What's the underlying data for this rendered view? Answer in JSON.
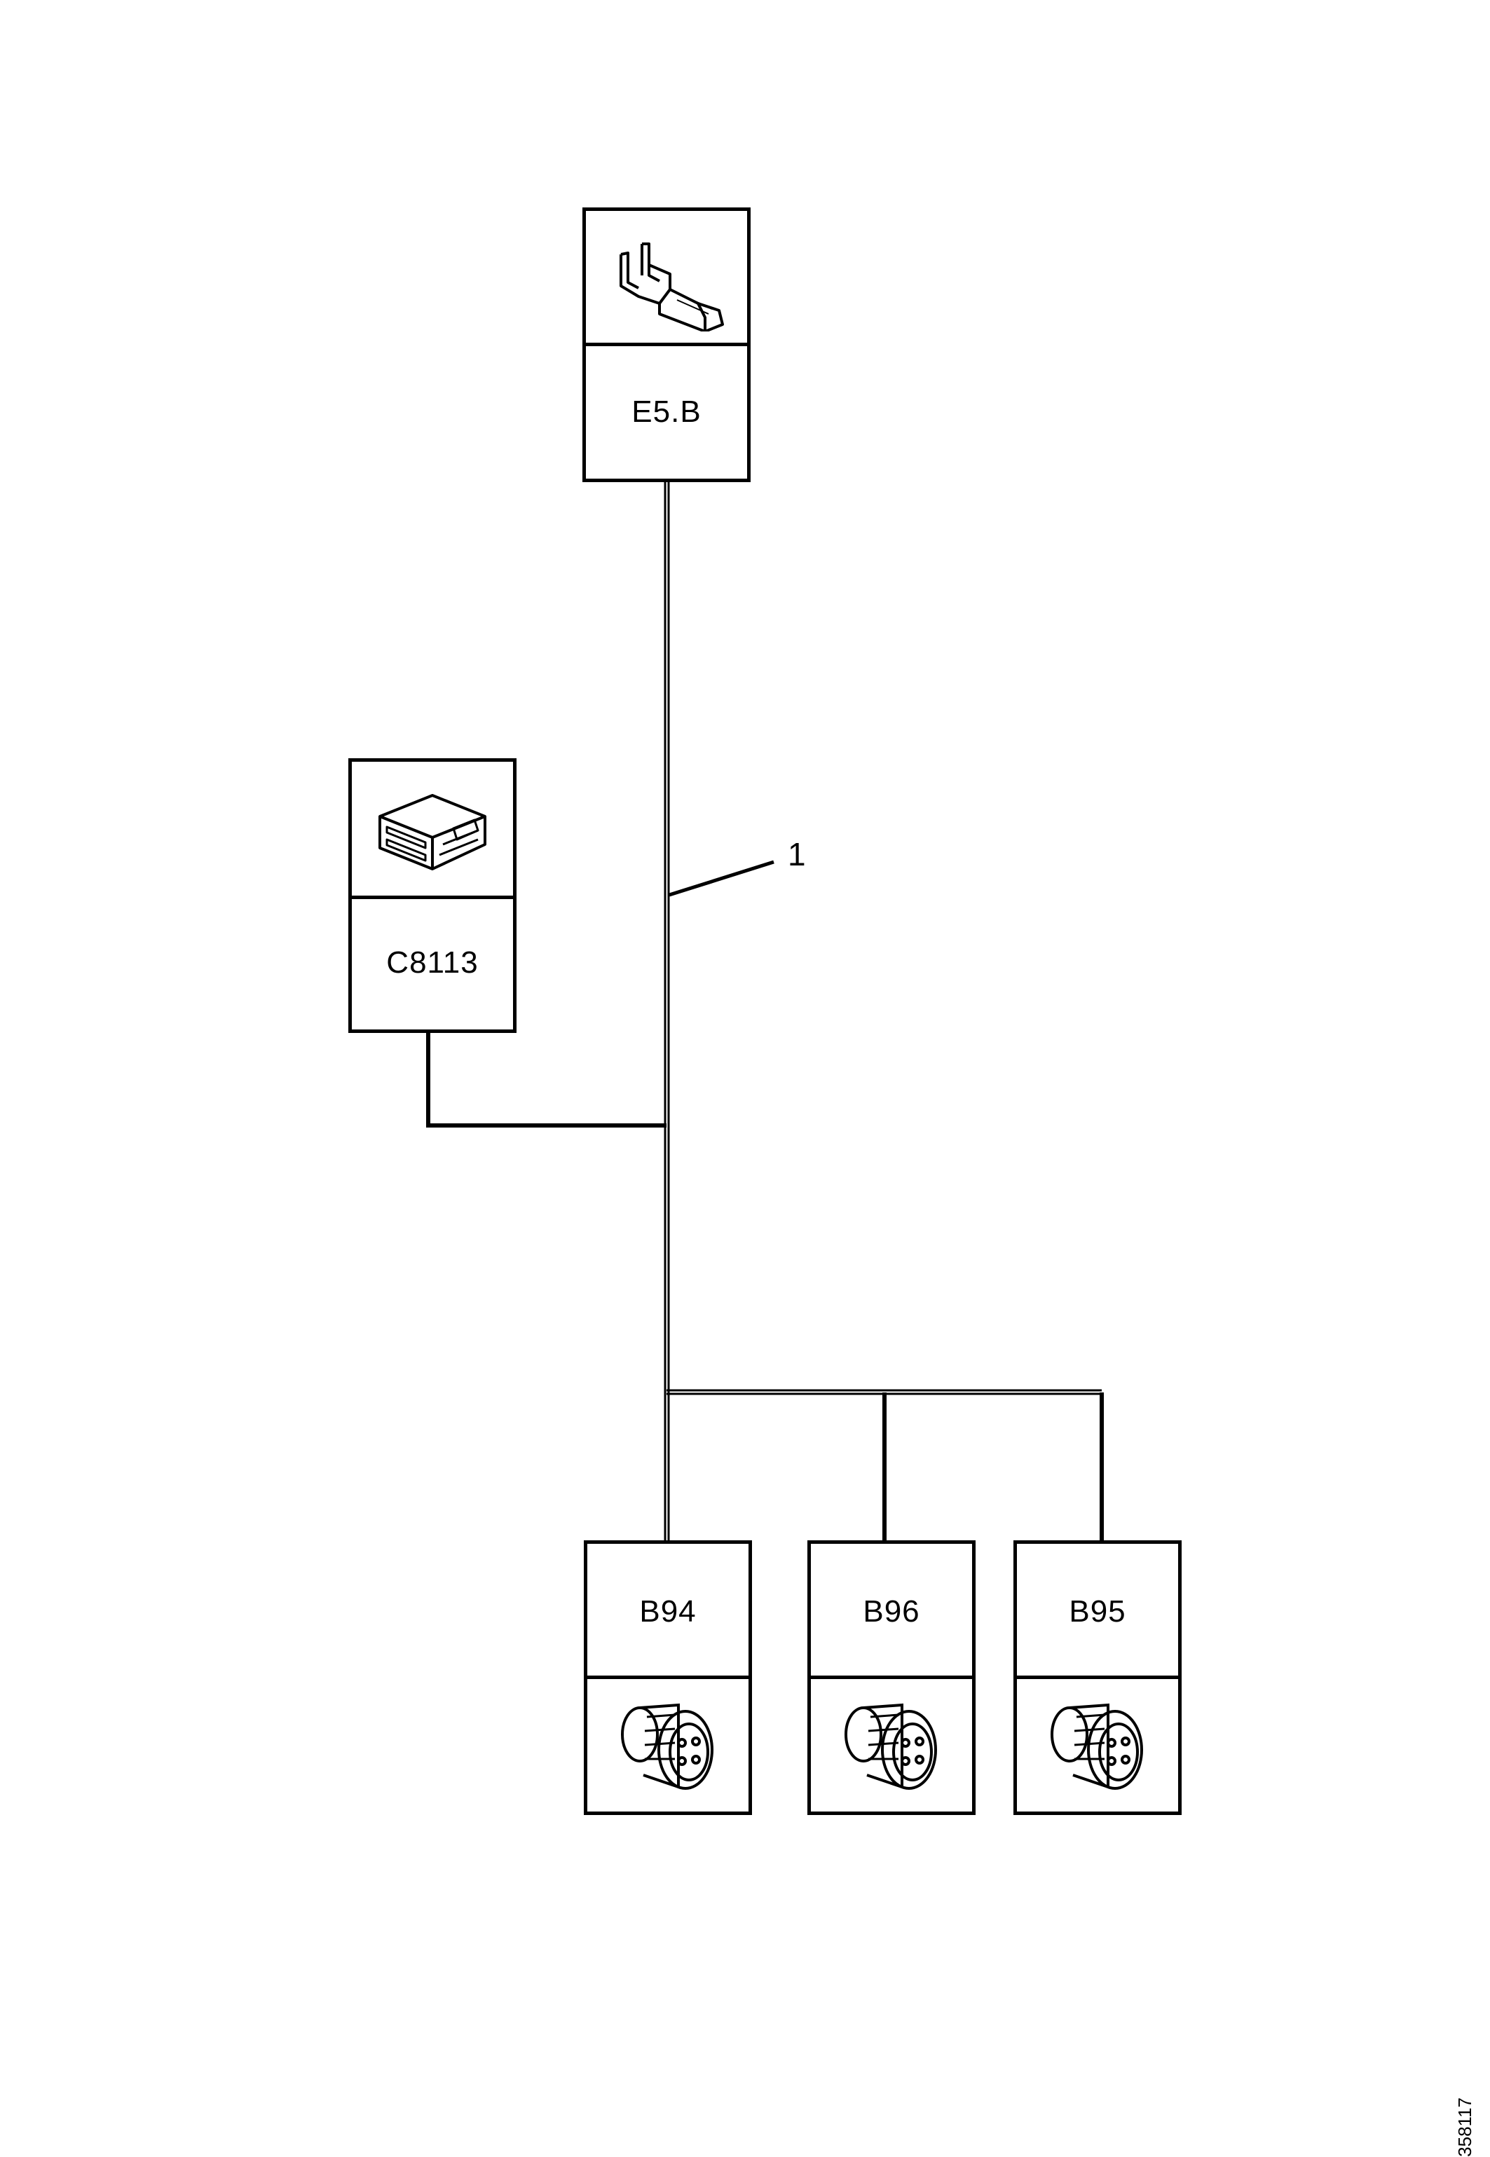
{
  "diagram": {
    "type": "wiring-harness-connector-diagram",
    "components": {
      "terminal": {
        "id": "E5.B",
        "icon": "crimp-terminal-icon"
      },
      "module": {
        "id": "C8113",
        "icon": "connector-housing-icon"
      },
      "sensors": [
        {
          "id": "B94",
          "icon": "round-connector-icon"
        },
        {
          "id": "B96",
          "icon": "round-connector-icon"
        },
        {
          "id": "B95",
          "icon": "round-connector-icon"
        }
      ]
    },
    "wire_label": "1",
    "connections": [
      [
        "E5.B",
        "C8113"
      ],
      [
        "E5.B",
        "B94"
      ],
      [
        "E5.B",
        "B96"
      ],
      [
        "E5.B",
        "B95"
      ]
    ],
    "document_id": "358117"
  }
}
